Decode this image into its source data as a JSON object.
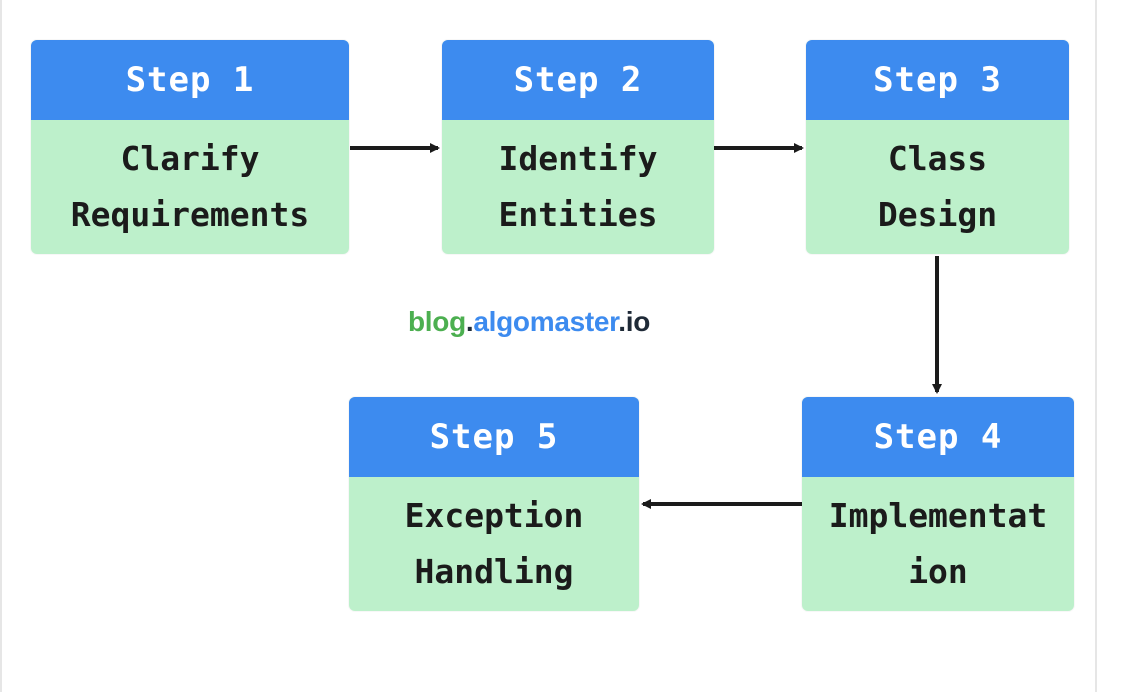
{
  "colors": {
    "header": "#3d8bef",
    "body": "#bdf0cb",
    "arrow": "#1b1b1b",
    "watermark_green": "#4caf50",
    "watermark_blue": "#3d8bef",
    "watermark_dark": "#1f2a37"
  },
  "steps": [
    {
      "header": "Step 1",
      "lines": [
        "Clarify",
        "Requirements"
      ]
    },
    {
      "header": "Step 2",
      "lines": [
        "Identify",
        "Entities"
      ]
    },
    {
      "header": "Step 3",
      "lines": [
        "Class",
        "Design"
      ]
    },
    {
      "header": "Step 4",
      "lines": [
        "Implementat",
        "ion"
      ]
    },
    {
      "header": "Step 5",
      "lines": [
        "Exception",
        "Handling"
      ]
    }
  ],
  "watermark": {
    "part1": "blog",
    "dot1": ".",
    "part2": "algomaster",
    "dot2": ".",
    "part3": "io"
  }
}
